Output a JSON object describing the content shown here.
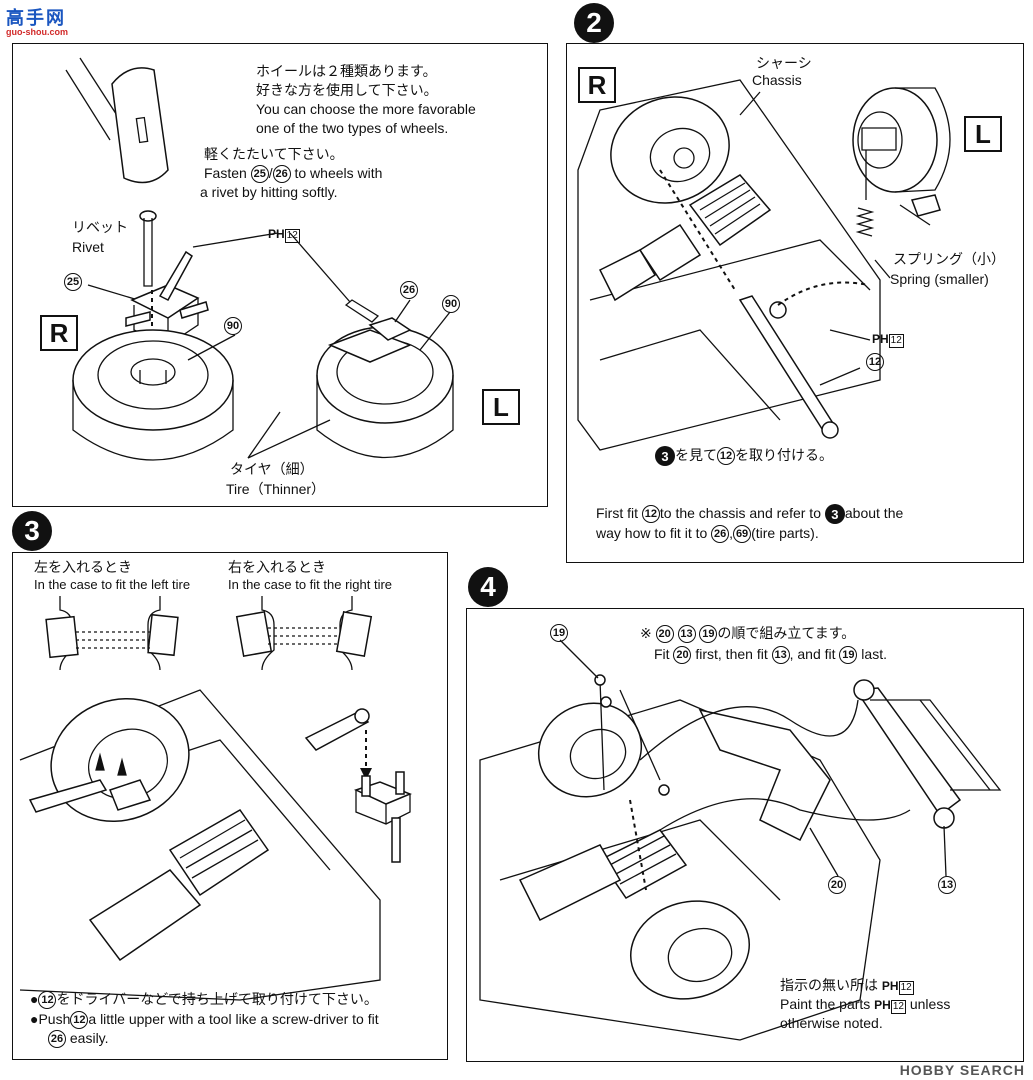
{
  "logo": {
    "brand": "高手网",
    "sub": "guo-shou.com"
  },
  "watermark": "HOBBY SEARCH",
  "colors": {
    "ink": "#111111",
    "paper": "#ffffff",
    "logo_red": "#d22a2a"
  },
  "step1": {
    "box_r": "R",
    "box_l": "L",
    "text_jp1": "ホイールは２種類あります。",
    "text_jp2": "好きな方を使用して下さい。",
    "text_en1": "You can choose the more favorable",
    "text_en2": "one of the two types of wheels.",
    "fasten_jp": "軽くたたいて下さい。",
    "fasten_a": "Fasten",
    "part_25": "25",
    "slash": "/",
    "part_26": "26",
    "fasten_b": "to wheels with",
    "fasten_c": "a rivet by hitting softly.",
    "rivet_jp": "リベット",
    "rivet_en": "Rivet",
    "ph": "PH",
    "ph_no": "12",
    "part_90": "90",
    "tire_jp": "タイヤ（細）",
    "tire_en": "Tire（Thinner）"
  },
  "step2": {
    "num": "2",
    "box_r": "R",
    "box_l": "L",
    "chassis_jp": "シャーシ",
    "chassis_en": "Chassis",
    "spring_jp": "スプリング（小）",
    "spring_en": "Spring (smaller)",
    "ph": "PH",
    "ph_no": "12",
    "part_12": "12",
    "ref_a": "を見て",
    "ref_b": "を取り付ける。",
    "ref_step": "3",
    "first_a": "First fit",
    "first_b": "to the chassis and refer to",
    "first_c": "about the",
    "way_a": "way how to fit it to",
    "part_26": "26",
    "part_69": "69",
    "way_b": "(tire parts)."
  },
  "step3": {
    "num": "3",
    "left_jp": "左を入れるとき",
    "left_en": "In the case to fit the left tire",
    "right_jp": "右を入れるとき",
    "right_en": "In the case to fit the right tire",
    "note1_jp": "をドライバーなどで持ち上げて取り付けて下さい。",
    "part_12": "12",
    "note2_a": "Push",
    "note2_b": "a little upper with a tool like a screw-driver to fit",
    "part_26": "26",
    "note2_c": "easily."
  },
  "step4": {
    "num": "4",
    "order_jp_a": "※",
    "order_jp_b": "の順で組み立てます。",
    "p20": "20",
    "p13": "13",
    "p19": "19",
    "order_en_a": "Fit",
    "order_en_b": "first, then fit",
    "order_en_c": ", and fit",
    "order_en_d": "last.",
    "paint_jp": "指示の無い所は",
    "paint_en_a": "Paint the parts",
    "paint_en_b": "unless",
    "paint_en_c": "otherwise noted.",
    "ph": "PH",
    "ph_no": "12"
  }
}
